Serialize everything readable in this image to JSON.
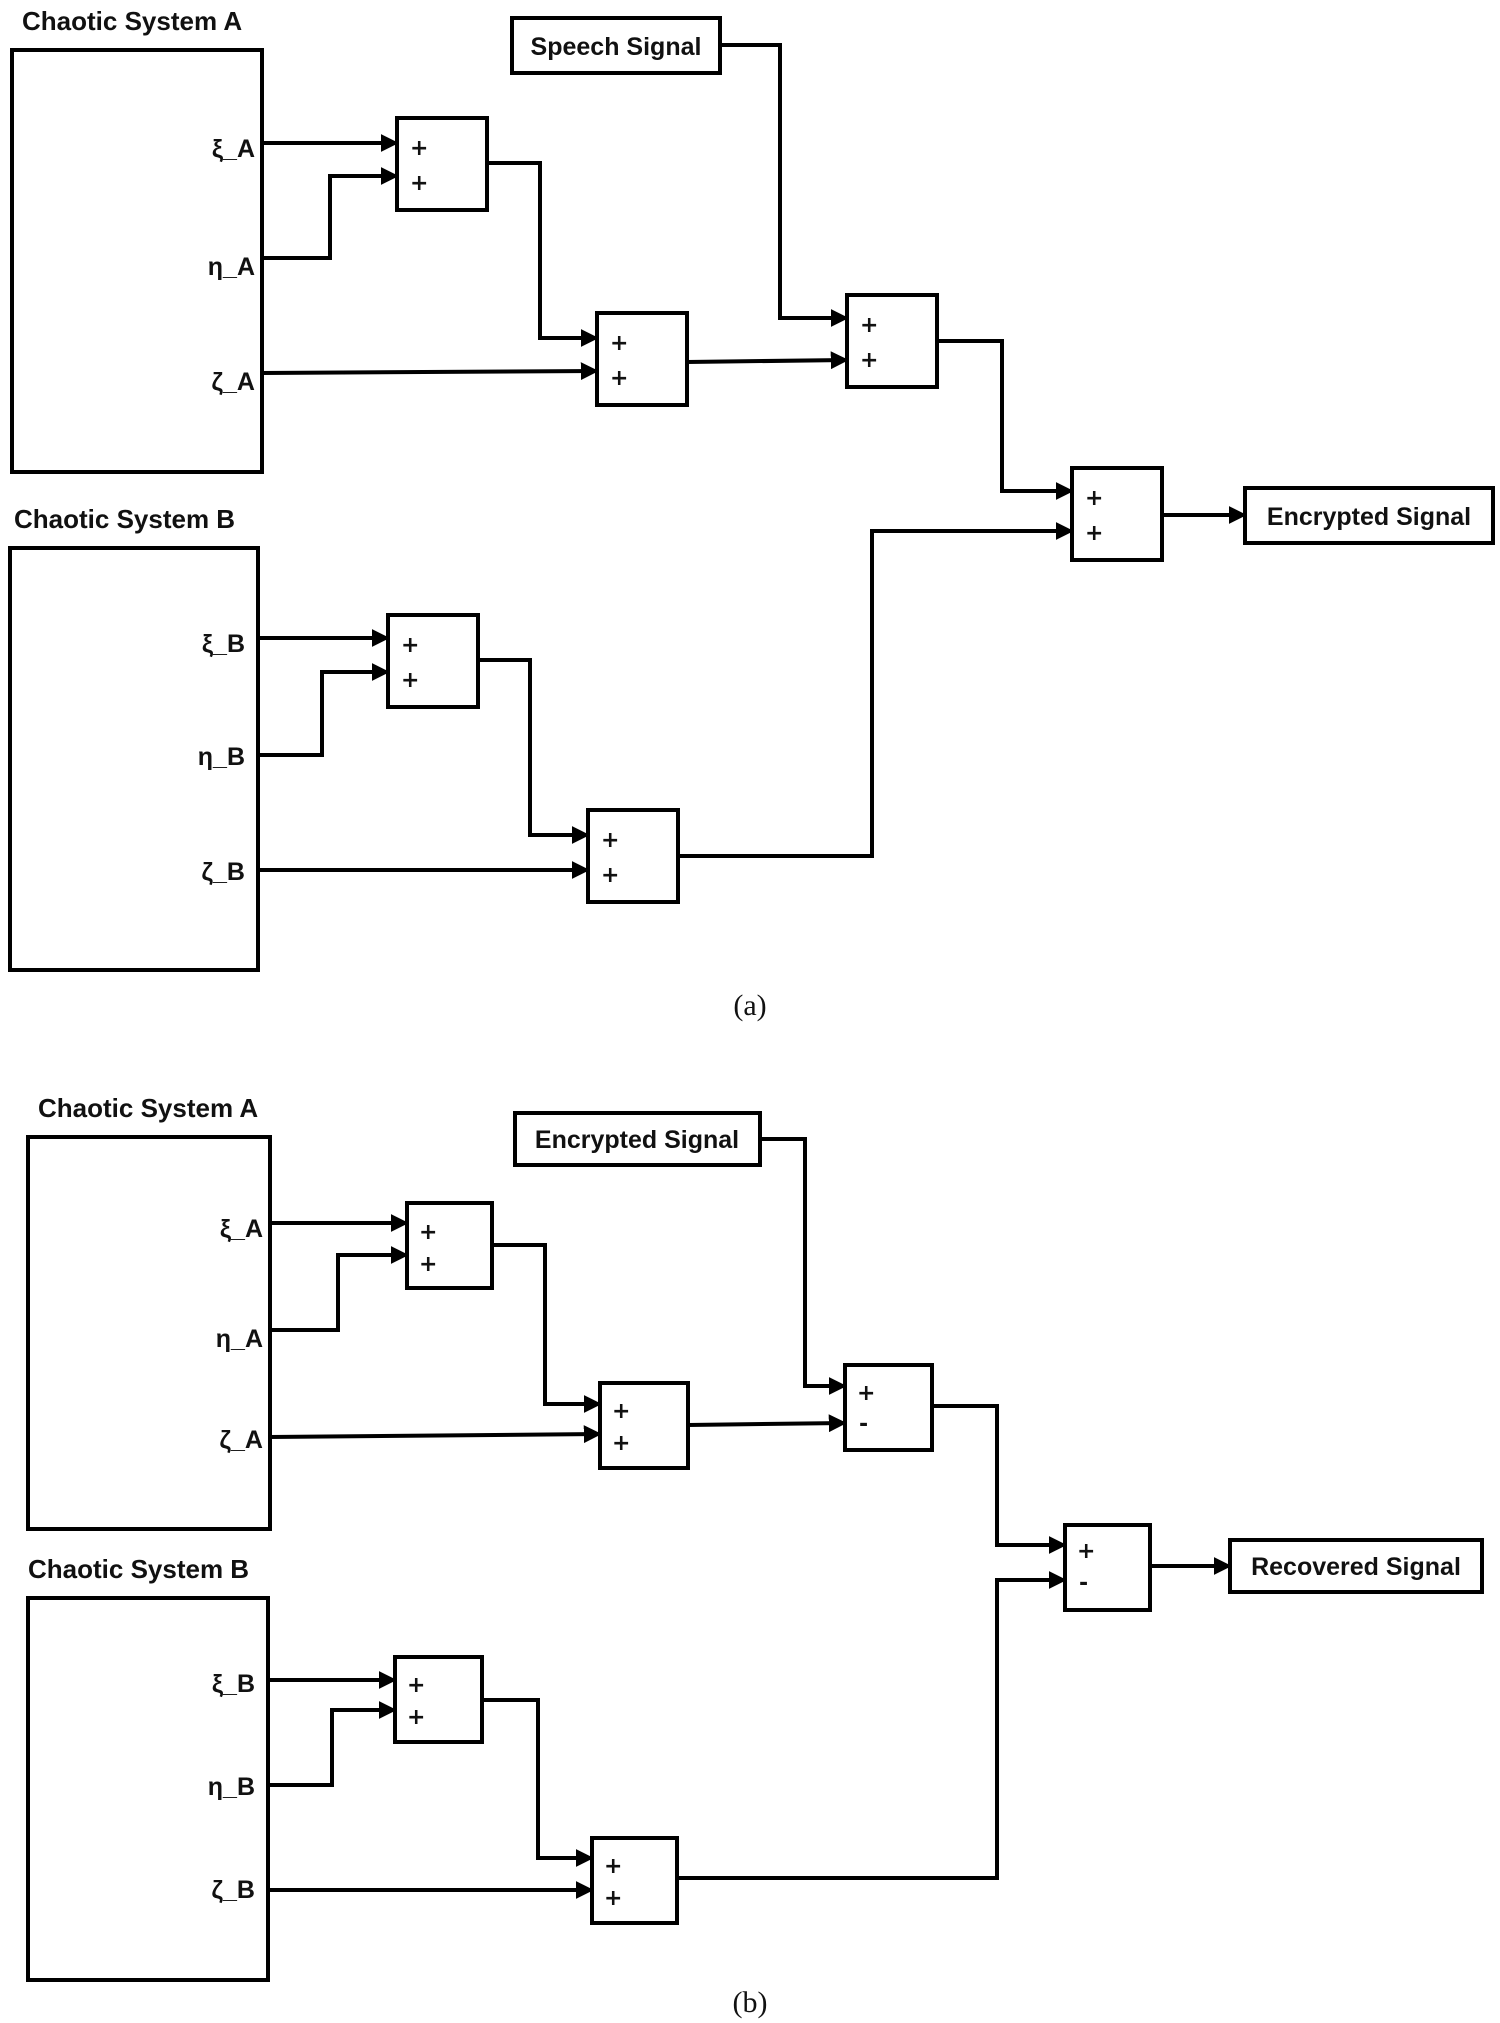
{
  "diagram_a": {
    "caption": "(a)",
    "system_a": {
      "title": "Chaotic System A",
      "outputs": [
        "ξ_A",
        "η_A",
        "ζ_A"
      ]
    },
    "system_b": {
      "title": "Chaotic System B",
      "outputs": [
        "ξ_B",
        "η_B",
        "ζ_B"
      ]
    },
    "input_block": "Speech Signal",
    "output_block": "Encrypted Signal",
    "adders": {
      "a1": [
        "+",
        "+"
      ],
      "a2": [
        "+",
        "+"
      ],
      "a3": [
        "+",
        "+"
      ],
      "a4": [
        "+",
        "+"
      ],
      "b1": [
        "+",
        "+"
      ],
      "b2": [
        "+",
        "+"
      ]
    }
  },
  "diagram_b": {
    "caption": "(b)",
    "system_a": {
      "title": "Chaotic System A",
      "outputs": [
        "ξ_A",
        "η_A",
        "ζ_A"
      ]
    },
    "system_b": {
      "title": "Chaotic System B",
      "outputs": [
        "ξ_B",
        "η_B",
        "ζ_B"
      ]
    },
    "input_block": "Encrypted Signal",
    "output_block": "Recovered Signal",
    "adders": {
      "a1": [
        "+",
        "+"
      ],
      "a2": [
        "+",
        "+"
      ],
      "a3": [
        "+",
        "-"
      ],
      "a4": [
        "+",
        "-"
      ],
      "b1": [
        "+",
        "+"
      ],
      "b2": [
        "+",
        "+"
      ]
    }
  }
}
